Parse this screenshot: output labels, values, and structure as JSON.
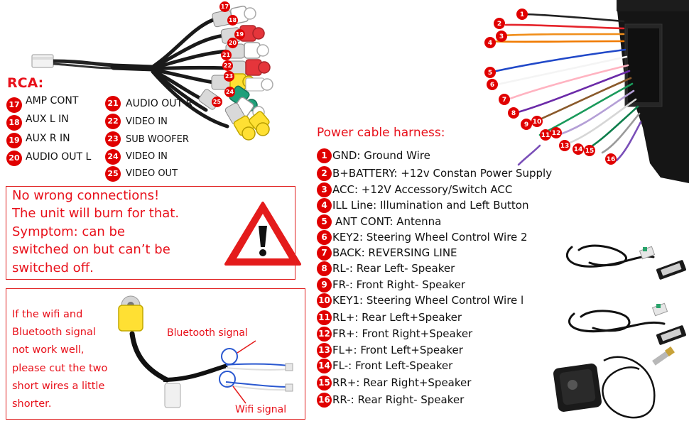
{
  "rca": {
    "title": "RCA:",
    "items": [
      {
        "num": "17",
        "label": "AMP CONT"
      },
      {
        "num": "18",
        "label": "AUX L IN"
      },
      {
        "num": "19",
        "label": "AUX R IN"
      },
      {
        "num": "20",
        "label": "AUDIO OUT L"
      },
      {
        "num": "21",
        "label": "AUDIO OUT R"
      },
      {
        "num": "22",
        "label": "VIDEO IN"
      },
      {
        "num": "23",
        "label": "SUB WOOFER"
      },
      {
        "num": "24",
        "label": "VIDEO IN"
      },
      {
        "num": "25",
        "label": "VIDEO OUT"
      }
    ],
    "connector_colors": [
      "#ffffff",
      "#e5353b",
      "#ffffff",
      "#e5353b",
      "#ffe033",
      "#1fa07a",
      "#ffe033",
      "#ffffff"
    ]
  },
  "power": {
    "title": "Power cable harness:",
    "pins": [
      {
        "num": "1",
        "label": "GND: Ground Wire"
      },
      {
        "num": "2",
        "label": "B+BATTERY: +12v Constan Power Supply"
      },
      {
        "num": "3",
        "label": "ACC: +12V Accessory/Switch ACC"
      },
      {
        "num": "4",
        "label": "ILL Line: Illumination and Left Button"
      },
      {
        "num": "5",
        "label": "ANT CONT: Antenna"
      },
      {
        "num": "6",
        "label": "KEY2: Steering Wheel Control Wire 2"
      },
      {
        "num": "7",
        "label": "BACK: REVERSING LINE"
      },
      {
        "num": "8",
        "label": "RL-: Rear Left- Speaker"
      },
      {
        "num": "9",
        "label": "FR-: Front Right- Speaker"
      },
      {
        "num": "10",
        "label": "KEY1: Steering Wheel Control Wire l"
      },
      {
        "num": "11",
        "label": "RL+: Rear Left+Speaker"
      },
      {
        "num": "12",
        "label": "FR+: Front Right+Speaker"
      },
      {
        "num": "13",
        "label": "FL+: Front Left+Speaker"
      },
      {
        "num": "14",
        "label": "FL-: Front Left-Speaker"
      },
      {
        "num": "15",
        "label": "RR+: Rear Right+Speaker"
      },
      {
        "num": "16",
        "label": "RR-: Rear Right- Speaker"
      }
    ]
  },
  "warning": {
    "lines": [
      "No wrong connections!",
      "The unit will burn for that.",
      "Symptom: can be",
      "switched on but can’t be",
      "switched off."
    ]
  },
  "wifi_note": {
    "lines": [
      "If the wifi and",
      "Bluetooth signal",
      "not work well,",
      "please cut the two",
      "short wires a little",
      "shorter."
    ],
    "bluetooth_label": "Bluetooth signal",
    "wifi_label": "Wifi signal"
  }
}
